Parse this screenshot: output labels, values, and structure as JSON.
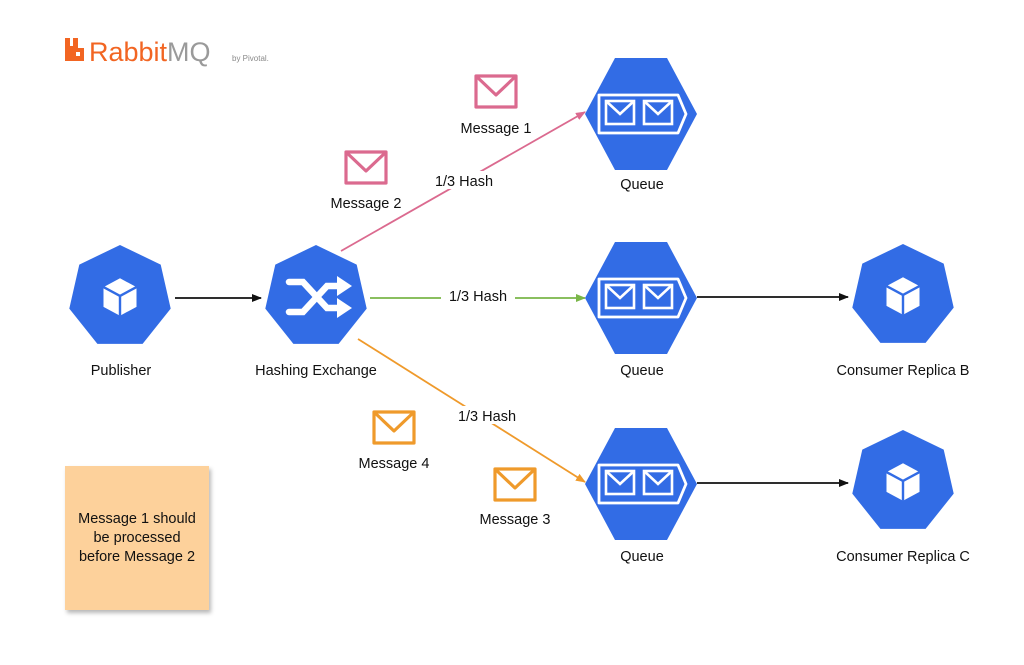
{
  "logo": {
    "brand": "Rabbit",
    "brand_suffix": "MQ",
    "tagline": "by Pivotal."
  },
  "colors": {
    "node_blue": "#326ce5",
    "pink": "#db6a8f",
    "green": "#7ab648",
    "orange": "#ef9a2b",
    "dark": "#111111",
    "note_bg": "#fdd19b",
    "logo_orange": "#f26522",
    "logo_gray": "#9a9a9a"
  },
  "nodes": {
    "publisher": {
      "label": "Publisher",
      "icon": "cube-icon"
    },
    "exchange": {
      "label": "Hashing Exchange",
      "icon": "shuffle-icon"
    },
    "queue_a": {
      "label": "Queue",
      "icon": "queue-icon"
    },
    "queue_b": {
      "label": "Queue",
      "icon": "queue-icon"
    },
    "queue_c": {
      "label": "Queue",
      "icon": "queue-icon"
    },
    "consumer_b": {
      "label": "Consumer Replica B",
      "icon": "cube-icon"
    },
    "consumer_c": {
      "label": "Consumer Replica C",
      "icon": "cube-icon"
    }
  },
  "edges": {
    "to_queue_a": "1/3 Hash",
    "to_queue_b": "1/3 Hash",
    "to_queue_c": "1/3 Hash"
  },
  "messages": {
    "m1": "Message 1",
    "m2": "Message 2",
    "m3": "Message 3",
    "m4": "Message 4"
  },
  "note": {
    "text": "Message 1 should be processed before Message 2"
  }
}
